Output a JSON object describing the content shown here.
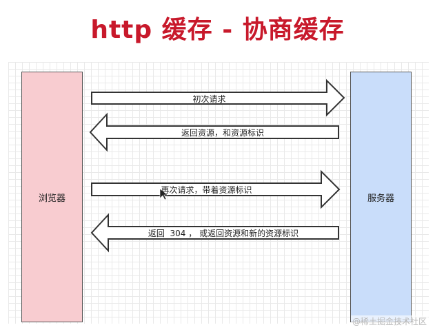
{
  "title": "http 缓存 - 协商缓存",
  "nodes": {
    "browser": "浏览器",
    "server": "服务器"
  },
  "arrows": [
    {
      "label": "初次请求",
      "direction": "right"
    },
    {
      "label": "返回资源，和资源标识",
      "direction": "left"
    },
    {
      "label": "再次请求，带着资源标识",
      "direction": "right"
    },
    {
      "label": "返回  304 ， 或返回资源和新的资源标识",
      "direction": "left"
    }
  ],
  "watermark": "@稀土掘金技术社区",
  "colors": {
    "title": "#c8192b",
    "browser_fill": "#f8ccd0",
    "server_fill": "#c9ddfa",
    "arrow_stroke": "#333333"
  }
}
